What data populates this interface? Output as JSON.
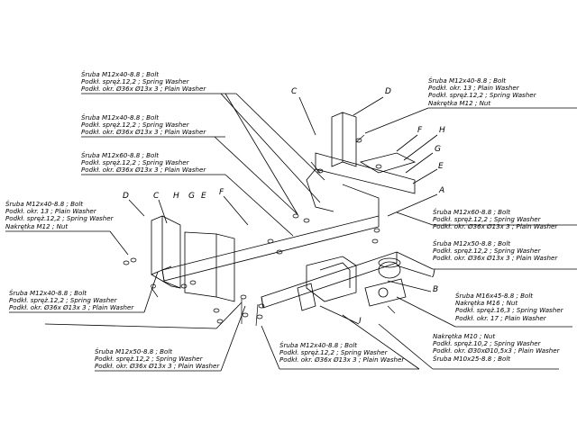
{
  "letters": {
    "C_top": "C",
    "D_top": "D",
    "F_top": "F",
    "H_top": "H",
    "G_top": "G",
    "E_top": "E",
    "A": "A",
    "D_left": "D",
    "C_left": "C",
    "H_left": "H",
    "G_left": "G",
    "E_left": "E",
    "F_left": "F",
    "J": "J",
    "B": "B",
    "I": "I"
  },
  "notes": {
    "n1": [
      "Śruba M12x40-8.8 ;  Bolt",
      "Podkł. spręż.12,2 ; Spring Washer",
      "Podkł. okr.  Ø36x Ø13x 3 ; Plain Washer"
    ],
    "n2": [
      "Śruba M12x40-8.8 ;  Bolt",
      "Podkł. spręż.12,2 ; Spring Washer",
      "Podkł. okr.  Ø36x Ø13x 3 ; Plain Washer"
    ],
    "n3": [
      "Śruba M12x60-8.8 ;  Bolt",
      "Podkł. spręż.12,2 ; Spring Washer",
      "Podkł. okr.  Ø36x Ø13x 3 ; Plain Washer"
    ],
    "n4": [
      "Śruba M12x40-8.8 ;  Bolt",
      "Podkł. okr. 13 ; Plain Washer",
      "Podkł. spręż.12,2 ; Spring Washer",
      "Nakrętka  M12 ; Nut"
    ],
    "n5": [
      "Śruba M12x40-8.8 ;  Bolt",
      "Podkł. okr. 13 ; Plain Washer",
      "Podkł. spręż.12,2 ; Spring Washer",
      "Nakrętka  M12 ; Nut"
    ],
    "n6": [
      "Śruba M12x60-8.8 ;  Bolt",
      "Podkł. spręż.12,2 ; Spring Washer",
      "Podkł. okr.  Ø36x Ø13x 3 ; Plain Washer"
    ],
    "n7": [
      "Śruba M12x50-8.8 ;  Bolt",
      "Podkł. spręż.12,2 ; Spring Washer",
      "Podkł. okr.  Ø36x Ø13x 3 ; Plain Washer"
    ],
    "n8": [
      "Śruba M12x40-8.8 ;  Bolt",
      "Podkł. spręż.12,2 ; Spring Washer",
      "Podkł. okr.  Ø36x Ø13x 3 ; Plain Washer"
    ],
    "n9": [
      "Śruba M16x45-8.8 ;  Bolt",
      "Nakrętka  M16 ; Nut",
      "Podkł. spręż.16,3 ; Spring Washer",
      "Podkł. okr. 17 ; Plain Washer"
    ],
    "n10": [
      "Śruba M12x50-8.8 ;  Bolt",
      "Podkł. spręż.12,2 ; Spring Washer",
      "Podkł. okr.  Ø36x Ø13x 3 ; Plain Washer"
    ],
    "n11": [
      "Śruba M12x40-8.8 ;  Bolt",
      "Podkł. spręż.12,2 ; Spring Washer",
      "Podkł. okr.  Ø36x Ø13x 3 ; Plain Washer"
    ],
    "n12": [
      "Nakrętka  M10 ; Nut",
      "Podkł. spręż.10,2 ; Spring Washer",
      "Podkł. okr.  Ø30xØ10,5x3 ; Plain Washer",
      "Śruba M10x25-8.8 ;  Bolt"
    ]
  }
}
